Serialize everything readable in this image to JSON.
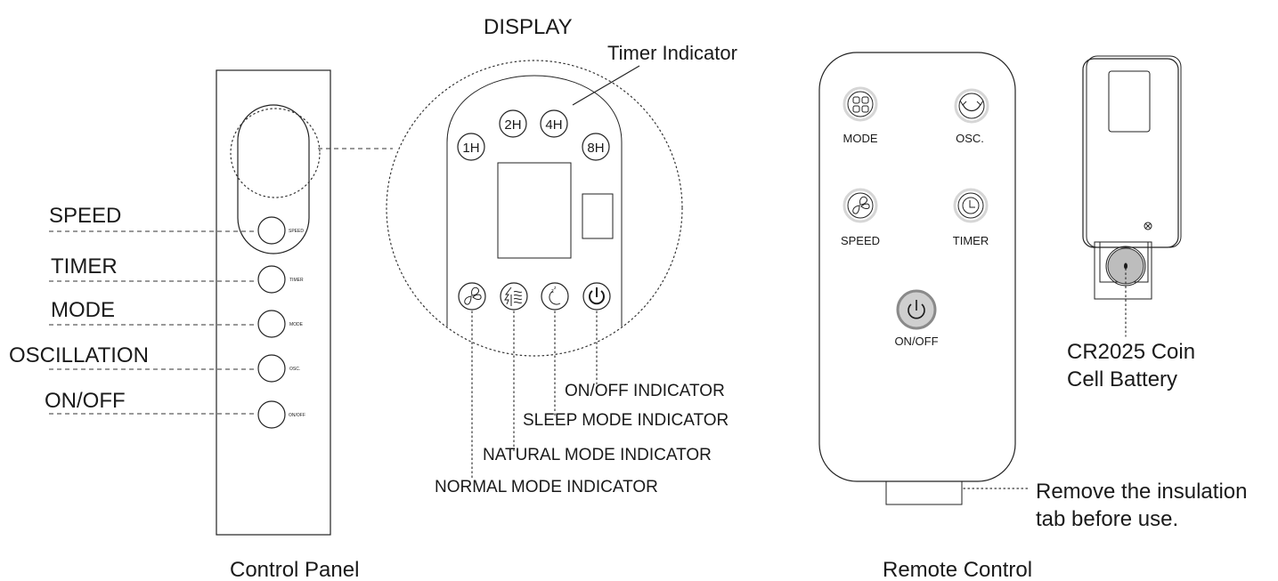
{
  "display_heading": "DISPLAY",
  "timer_indicator_label": "Timer Indicator",
  "panel_labels": {
    "speed": "SPEED",
    "timer": "TIMER",
    "mode": "MODE",
    "oscillation": "OSCILLATION",
    "onoff": "ON/OFF"
  },
  "panel_button_texts": {
    "speed": "SPEED",
    "timer": "TIMER",
    "mode": "MODE",
    "osc": "OSC.",
    "onoff": "ON/OFF"
  },
  "timer_options": [
    "1H",
    "2H",
    "4H",
    "8H"
  ],
  "indicator_labels": {
    "onoff": "ON/OFF INDICATOR",
    "sleep": "SLEEP MODE INDICATOR",
    "natural": "NATURAL MODE INDICATOR",
    "normal": "NORMAL MODE INDICATOR"
  },
  "sleep_icon_glyph": "z",
  "remote_buttons": {
    "mode": "MODE",
    "osc": "OSC.",
    "speed": "SPEED",
    "timer": "TIMER",
    "onoff": "ON/OFF"
  },
  "battery_label_line1": "CR2025 Coin",
  "battery_label_line2": "Cell Battery",
  "insulation_line1": "Remove the insulation",
  "insulation_line2": "tab before use.",
  "caption_left": "Control Panel",
  "caption_right": "Remote Control",
  "colors": {
    "ink": "#1a1a1a",
    "onoff_button_fill": "#cfcfcf",
    "onoff_button_ring": "#8a8a8a",
    "battery_fill": "#bdbdbd",
    "button_ring": "#d6d6d6"
  },
  "icons": [
    "fan-icon",
    "natural-wind-icon",
    "sleep-moon-icon",
    "power-icon",
    "mode-grid-icon",
    "oscillation-arrow-icon",
    "clock-icon",
    "screw-icon",
    "coin-battery-icon"
  ]
}
